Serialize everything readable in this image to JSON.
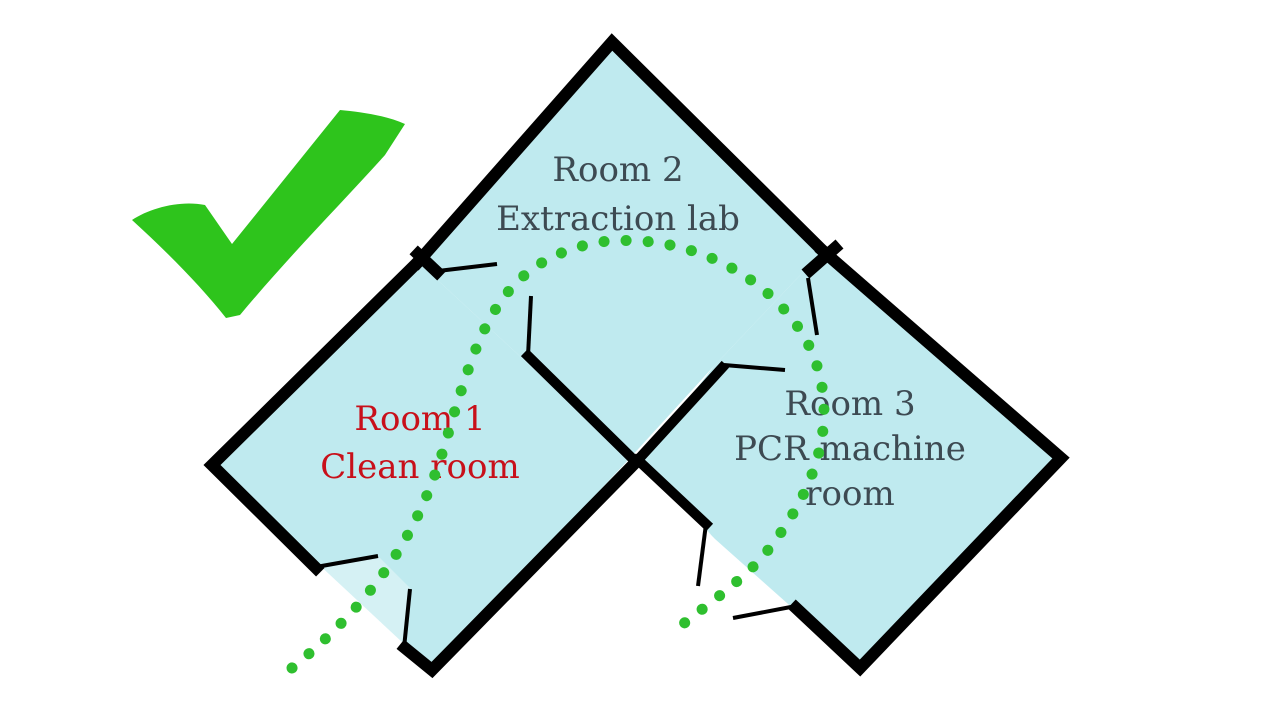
{
  "colors": {
    "room_fill": "#bfeaef",
    "wall": "#000000",
    "path": "#2fbf2f",
    "check": "#2ec41c",
    "label_default": "#3d4a52",
    "label_clean_room": "#c8101a"
  },
  "rooms": [
    {
      "id": "room-1",
      "label_line1": "Room 1",
      "label_line2": "Clean room",
      "label_line3": ""
    },
    {
      "id": "room-2",
      "label_line1": "Room 2",
      "label_line2": "Extraction lab",
      "label_line3": ""
    },
    {
      "id": "room-3",
      "label_line1": "Room 3",
      "label_line2": "PCR machine",
      "label_line3": "room"
    }
  ],
  "icons": {
    "approval": "checkmark-icon"
  }
}
